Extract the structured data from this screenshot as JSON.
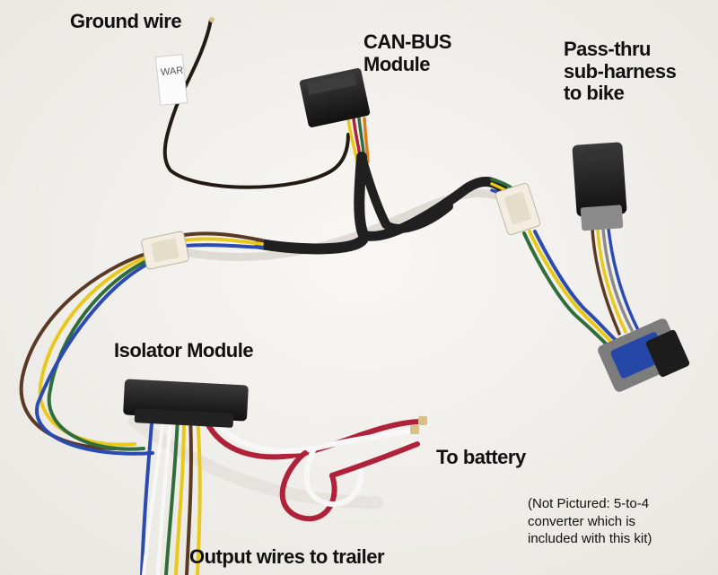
{
  "labels": {
    "ground_wire": "Ground wire",
    "canbus_module": [
      "CAN-BUS",
      "Module"
    ],
    "pass_thru": [
      "Pass-thru",
      "sub-harness",
      "to bike"
    ],
    "isolator_module": "Isolator Module",
    "to_battery": "To battery",
    "output_wires": "Output wires to trailer",
    "not_pictured_note": [
      "(Not Pictured: 5-to-4",
      "converter which is",
      "included with this kit)"
    ]
  },
  "colors": {
    "background": "#f4f2ef",
    "module": "#1c1c1c",
    "sheath": "#202020",
    "connector": "#f2ede0",
    "wire_brown": "#5a3a24",
    "wire_yellow": "#e8c81c",
    "wire_green": "#2f6e3c",
    "wire_blue": "#2b4bb0",
    "wire_red": "#b0223a",
    "wire_white": "#f7f7f7",
    "wire_orange": "#e07a1c",
    "wire_gray": "#8a8a8a",
    "plug_blue": "#2447a8"
  },
  "tag_text": "WAR"
}
